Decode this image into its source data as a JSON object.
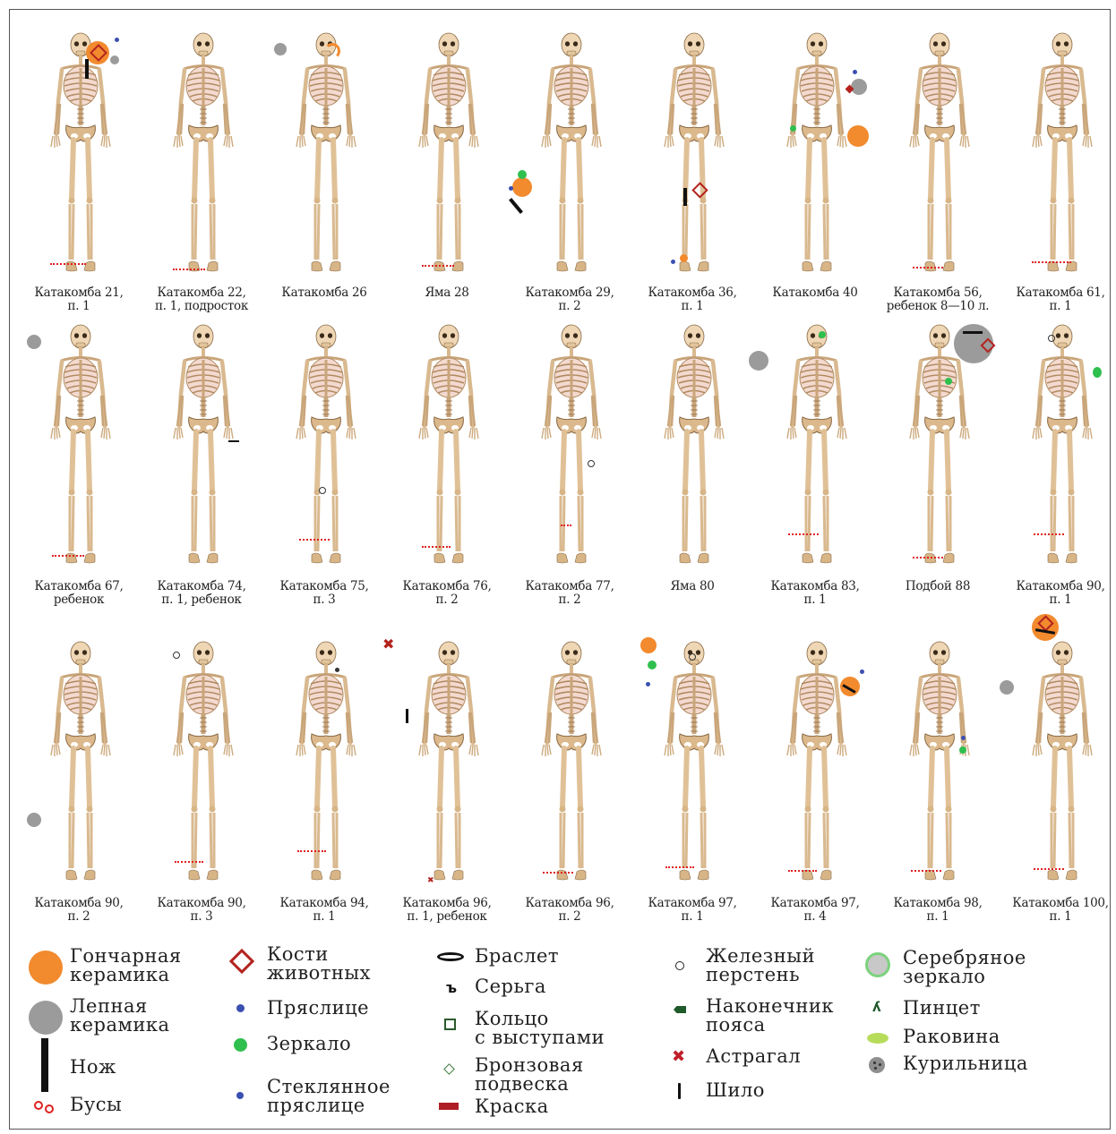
{
  "colors": {
    "pottery_orange": "#f28a2e",
    "molded_gray": "#9b9b9b",
    "knife_black": "#111111",
    "beads_red": "#e02020",
    "bone_diamond": "#b3231f",
    "spindle_blue": "#3b4fb0",
    "mirror_green": "#2fbf4e",
    "shell_green": "#b7dc5a",
    "paint_red": "#b01e24",
    "skeleton_bone": "#e8c9a0"
  },
  "captions": [
    "Катакомба 21,\nп. 1",
    "Катакомба 22,\nп. 1, подросток",
    "Катакомба 26",
    "Яма 28",
    "Катакомба 29,\nп. 2",
    "Катакомба 36,\nп. 1",
    "Катакомба 40",
    "Катакомба 56,\nребенок 8—10 л.",
    "Катакомба 61,\nп. 1",
    "Катакомба 67,\nребенок",
    "Катакомба 74,\nп. 1, ребенок",
    "Катакомба 75,\nп. 3",
    "Катакомба 76,\nп. 2",
    "Катакомба 77,\nп. 2",
    "Яма 80",
    "Катакомба 83,\nп. 1",
    "Подбой 88",
    "Катакомба 90,\nп. 1",
    "Катакомба 90,\nп. 2",
    "Катакомба 90,\nп. 3",
    "Катакомба 94,\nп. 1",
    "Катакомба 96,\nп. 1, ребенок",
    "Катакомба 96,\nп. 2",
    "Катакомба 97,\nп. 1",
    "Катакомба 97,\nп. 4",
    "Катакомба 98,\nп. 1",
    "Катакомба 100,\nп. 1"
  ],
  "legend": [
    {
      "icon": "orange-circle",
      "label": "Гончарная\nкерамика"
    },
    {
      "icon": "gray-circle",
      "label": "Лепная\nкерамика"
    },
    {
      "icon": "black-bar",
      "label": "Нож"
    },
    {
      "icon": "red-beads",
      "label": "Бусы"
    },
    {
      "icon": "red-diamond",
      "label": "Кости\nживотных"
    },
    {
      "icon": "blue-dot",
      "label": "Пряслице"
    },
    {
      "icon": "green-dot",
      "label": "Зеркало"
    },
    {
      "icon": "blue-dot-small",
      "label": "Стеклянное\nпряслице"
    },
    {
      "icon": "bracelet-ring",
      "label": "Браслет"
    },
    {
      "icon": "earring",
      "label": "Серьга"
    },
    {
      "icon": "ring-with-bumps",
      "label": "Кольцо\nс выступами"
    },
    {
      "icon": "pendant-diamond",
      "label": "Бронзовая\nподвеска"
    },
    {
      "icon": "red-bar",
      "label": "Краска"
    },
    {
      "icon": "small-ring",
      "label": "Железный\nперстень"
    },
    {
      "icon": "belt-tip",
      "label": "Наконечник\nпояса"
    },
    {
      "icon": "red-cross",
      "label": "Астрагал"
    },
    {
      "icon": "awl",
      "label": "Шило"
    },
    {
      "icon": "silver-mirror",
      "label": "Серебряное\nзеркало"
    },
    {
      "icon": "tweezers",
      "label": "Пинцет"
    },
    {
      "icon": "shell-ellipse",
      "label": "Раковина"
    },
    {
      "icon": "censer",
      "label": "Курильница"
    }
  ]
}
